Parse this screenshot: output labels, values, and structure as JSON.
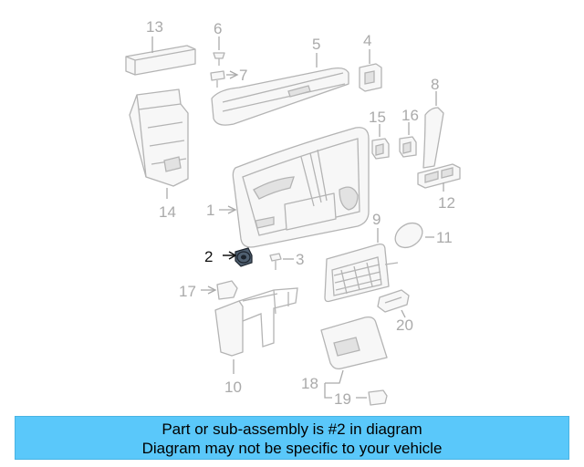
{
  "callouts": [
    {
      "id": "c1",
      "text": "1"
    },
    {
      "id": "c2",
      "text": "2"
    },
    {
      "id": "c3",
      "text": "3"
    },
    {
      "id": "c4",
      "text": "4"
    },
    {
      "id": "c5",
      "text": "5"
    },
    {
      "id": "c6",
      "text": "6"
    },
    {
      "id": "c7",
      "text": "7"
    },
    {
      "id": "c8",
      "text": "8"
    },
    {
      "id": "c9",
      "text": "9"
    },
    {
      "id": "c10",
      "text": "10"
    },
    {
      "id": "c11",
      "text": "11"
    },
    {
      "id": "c12",
      "text": "12"
    },
    {
      "id": "c13",
      "text": "13"
    },
    {
      "id": "c14",
      "text": "14"
    },
    {
      "id": "c15",
      "text": "15"
    },
    {
      "id": "c16",
      "text": "16"
    },
    {
      "id": "c17",
      "text": "17"
    },
    {
      "id": "c18",
      "text": "18"
    },
    {
      "id": "c19",
      "text": "19"
    },
    {
      "id": "c20",
      "text": "20"
    }
  ],
  "highlighted_part": "2",
  "colors": {
    "banner": "#5ac8fa",
    "highlight": "#1c232c",
    "diagram_lines": "#b4b4b4",
    "labels": "#aaaaaa"
  },
  "banner": {
    "line1": "Part or sub-assembly is #2 in diagram",
    "line2": "Diagram may not be specific to your vehicle"
  }
}
